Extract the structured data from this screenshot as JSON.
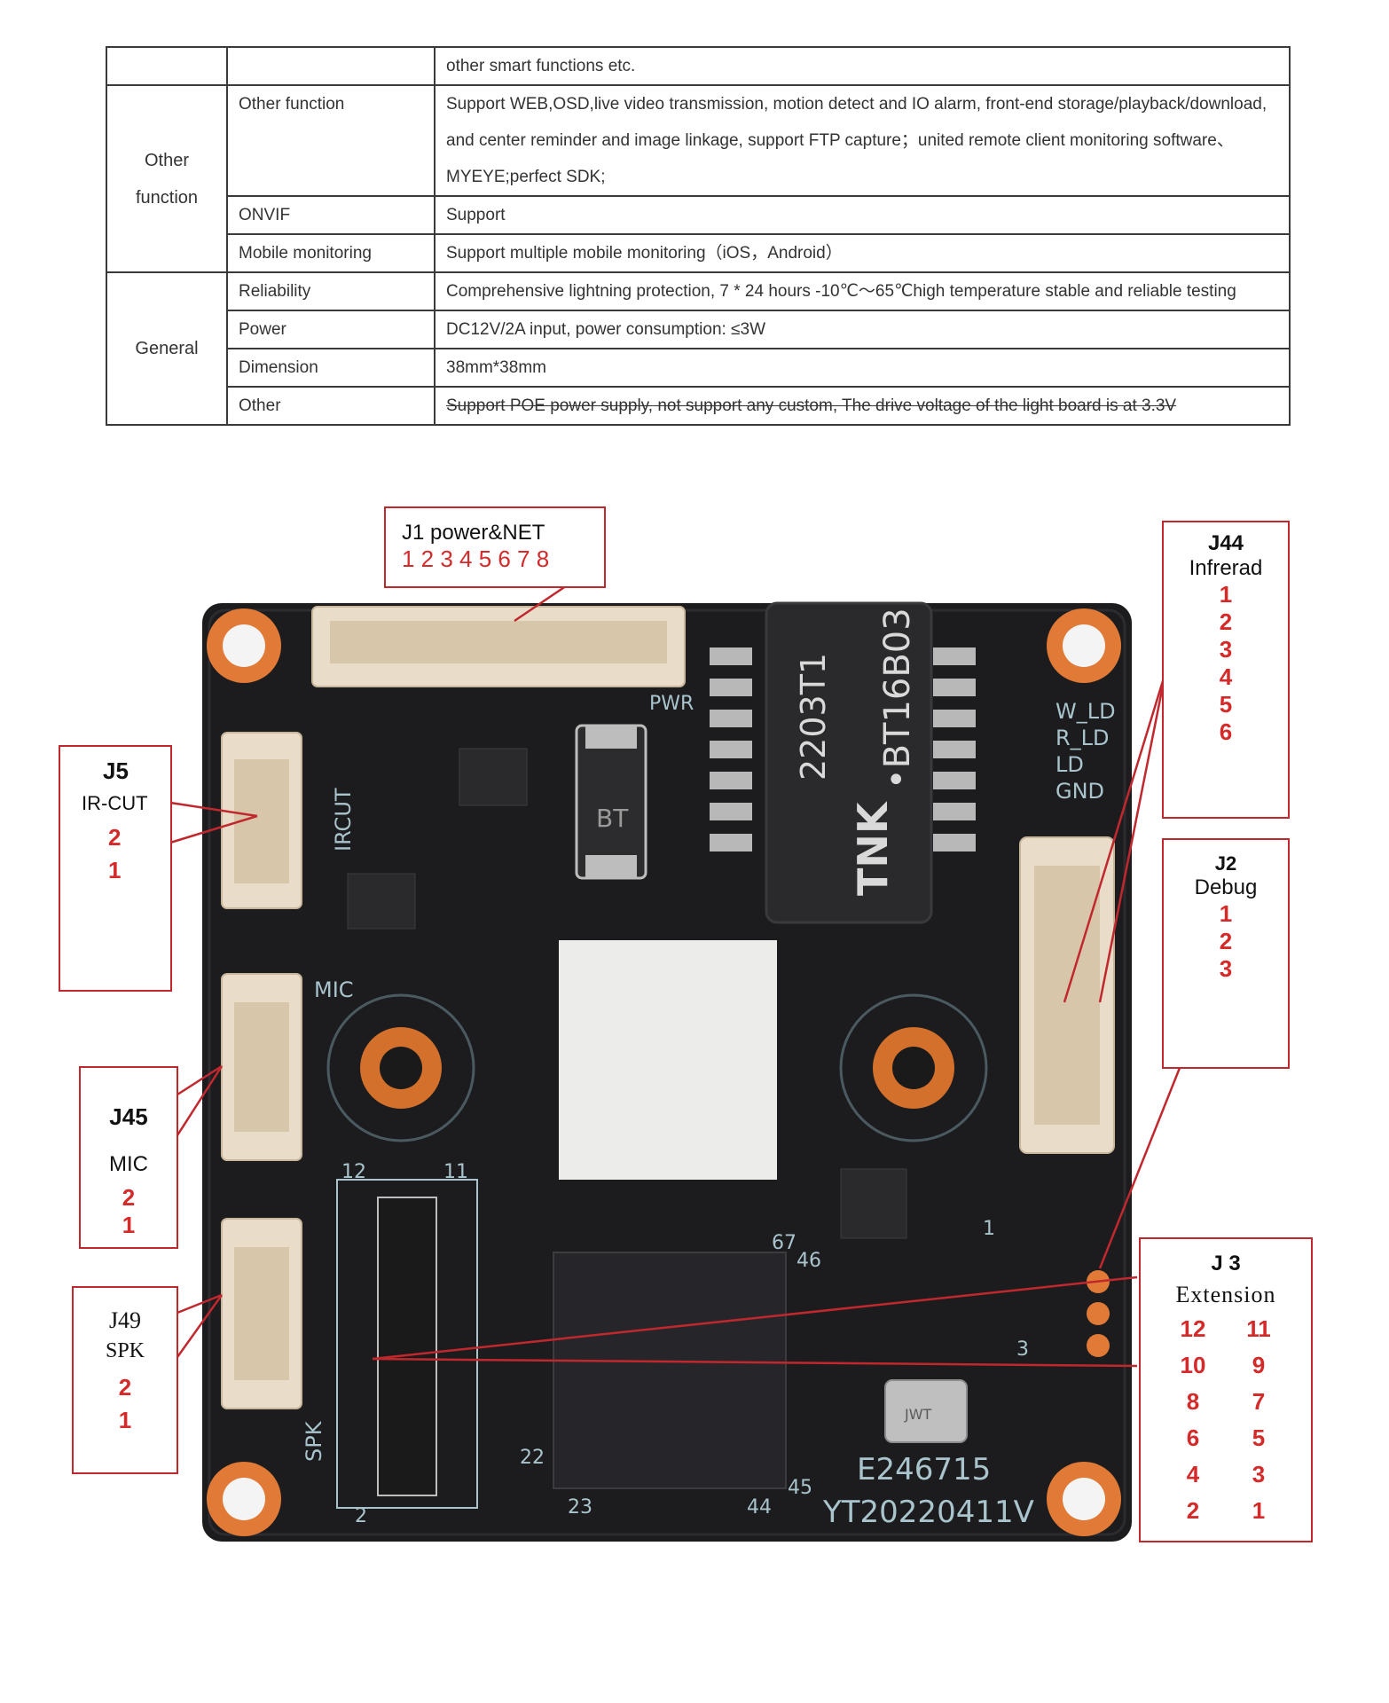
{
  "spec_table": {
    "rows": [
      {
        "category": "",
        "item": "",
        "value": "other smart functions etc."
      },
      {
        "category": "Other function",
        "item": "Other function",
        "value": "Support WEB,OSD,live video transmission, motion detect and IO alarm, front-end storage/playback/download, and center reminder and image linkage, support FTP capture；united remote client monitoring software、MYEYE;perfect SDK;"
      },
      {
        "item": "ONVIF",
        "value": "Support"
      },
      {
        "item": "Mobile monitoring",
        "value": "Support multiple mobile monitoring（iOS，Android）"
      },
      {
        "category": "General",
        "item": "Reliability",
        "value": "Comprehensive lightning protection, 7 * 24 hours -10℃～65℃high temperature stable and reliable testing"
      },
      {
        "item": "Power",
        "value": "DC12V/2A input, power consumption: ≤3W"
      },
      {
        "item": "Dimension",
        "value": "38mm*38mm"
      },
      {
        "item": "Other",
        "value": "Support POE power supply, not support any custom, The drive voltage of the light board is at 3.3V"
      }
    ]
  },
  "board": {
    "silk_ircut": "IRCUT",
    "silk_mic": "MIC",
    "silk_spk": "SPK",
    "silk_pwr": "PWR",
    "silk_wld": "W_LD",
    "silk_rld": "R_LD",
    "silk_ld": "LD",
    "silk_gnd": "GND",
    "chip_brand": "TNK",
    "chip_code1": "2203T1",
    "chip_code2": "•BT16B03",
    "diode_label": "BT",
    "part_number": "E246715",
    "date_code": "YT20220411V",
    "crystal": "JWT",
    "pin_12": "12",
    "pin_11": "11",
    "pin_22": "22",
    "pin_23": "23",
    "pin_45": "45",
    "pin_44": "44",
    "pin_46": "46",
    "pin_67": "67",
    "pin_1a": "1",
    "pin_2a": "2",
    "pin_3a": "3"
  },
  "callouts": {
    "j1": {
      "title": "J1 power&NET",
      "pins": "1 2 3 4 5 6 7 8"
    },
    "j44": {
      "title": "J44",
      "subtitle": "Infrerad",
      "pins": [
        "1",
        "2",
        "3",
        "4",
        "5",
        "6"
      ]
    },
    "j5": {
      "title": "J5",
      "subtitle": "IR-CUT",
      "pins": [
        "2",
        "1"
      ]
    },
    "j2": {
      "title": "J2",
      "subtitle": "Debug",
      "pins": [
        "1",
        "2",
        "3"
      ]
    },
    "j45": {
      "title": "J45",
      "subtitle": "MIC",
      "pins": [
        "2",
        "1"
      ]
    },
    "j49": {
      "title": "J49",
      "subtitle": "SPK",
      "pins": [
        "2",
        "1"
      ]
    },
    "j3": {
      "title": "J 3",
      "subtitle": "Extension",
      "pins": [
        [
          "12",
          "11"
        ],
        [
          "10",
          "9"
        ],
        [
          "8",
          "7"
        ],
        [
          "6",
          "5"
        ],
        [
          "4",
          "3"
        ],
        [
          "2",
          "1"
        ]
      ]
    }
  },
  "colors": {
    "callout_border": "#c0282e",
    "pin_red": "#d42a2a",
    "pcb": "#1c1c1e",
    "pad_orange": "#e07a36"
  }
}
